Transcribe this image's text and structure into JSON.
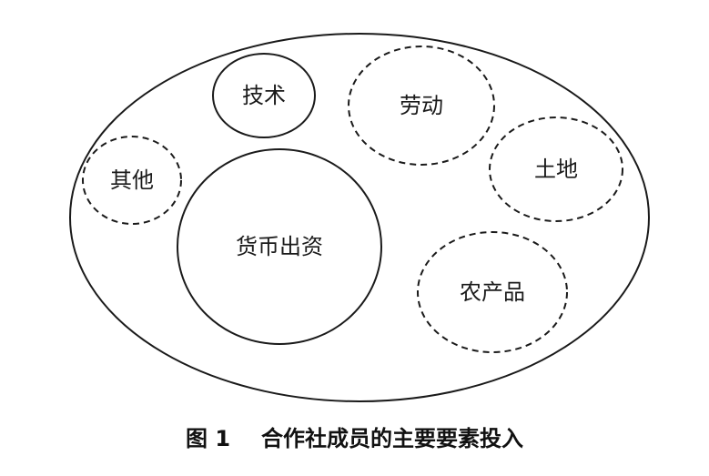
{
  "diagram": {
    "container_style": "solid",
    "nodes": [
      {
        "id": "tech",
        "label": "技术",
        "border": "solid"
      },
      {
        "id": "labor",
        "label": "劳动",
        "border": "dashed"
      },
      {
        "id": "land",
        "label": "土地",
        "border": "dashed"
      },
      {
        "id": "other",
        "label": "其他",
        "border": "dashed"
      },
      {
        "id": "capital",
        "label": "货币出资",
        "border": "solid"
      },
      {
        "id": "produce",
        "label": "农产品",
        "border": "dashed"
      }
    ]
  },
  "caption": {
    "figure_number": "图 1",
    "title": "合作社成员的主要要素投入"
  }
}
